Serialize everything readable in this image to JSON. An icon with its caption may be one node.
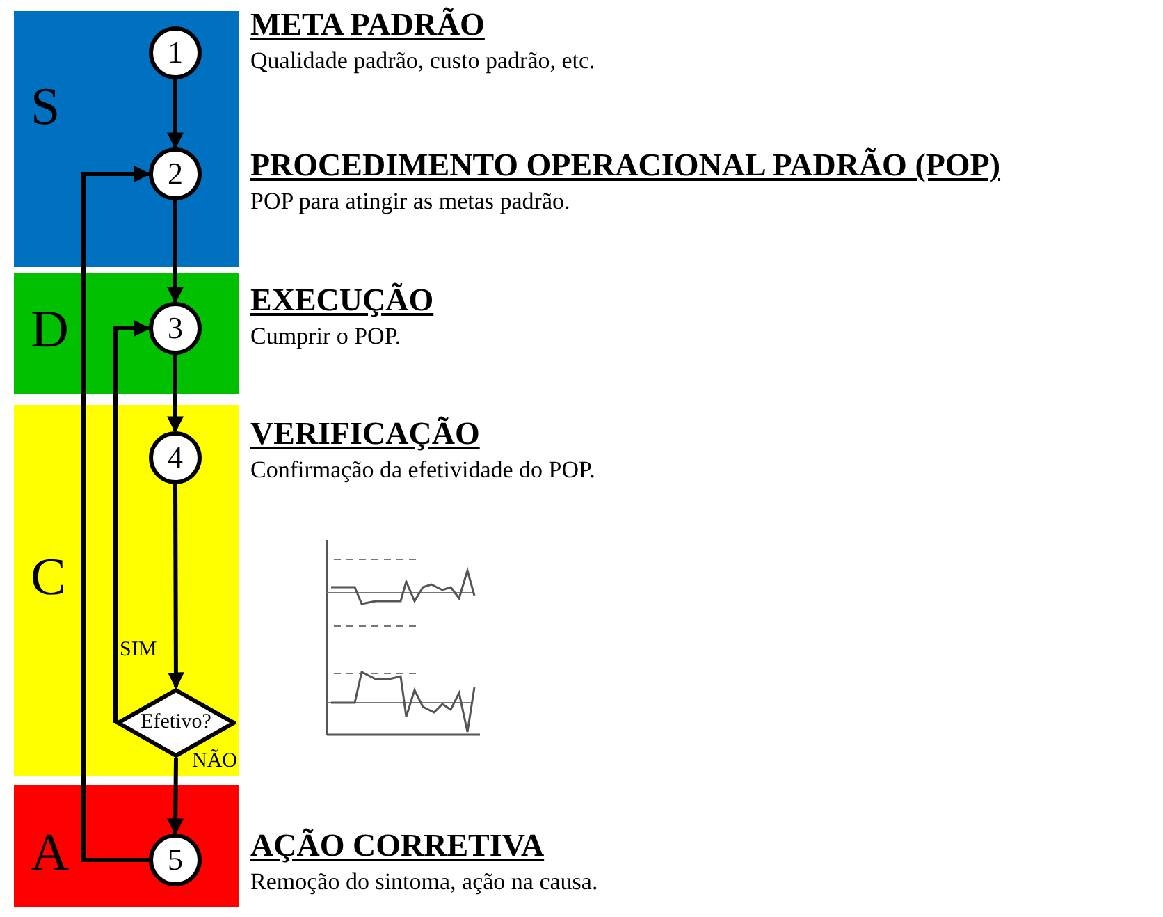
{
  "diagram": {
    "nodes": [
      {
        "text": [
          "S"
        ]
      },
      {
        "text": [
          "1"
        ],
        "in": 0,
        "beside": [
          "META PADRÃO",
          "Qualidade padrão, custo padrão, etc."
        ]
      },
      {
        "text": [
          "2"
        ],
        "in": 0,
        "beside": [
          "PROCEDIMENTO OPERACIONAL PADRÃO (POP)",
          "POP para atingir as metas padrão."
        ]
      },
      {
        "text": [
          "D"
        ]
      },
      {
        "text": [
          "3"
        ],
        "in": 3,
        "beside": [
          "EXECUÇÃO",
          "Cumprir o POP."
        ]
      },
      {
        "text": [
          "C"
        ]
      },
      {
        "text": [
          "4"
        ],
        "in": 5,
        "beside": [
          "VERIFICAÇÃO",
          "Confirmação da efetividade do POP."
        ]
      },
      {
        "text": [
          "Efetivo?"
        ],
        "in": 5
      },
      {
        "text": [
          "A"
        ]
      },
      {
        "text": [
          "5"
        ],
        "in": 8,
        "beside": [
          "AÇÃO CORRETIVA",
          "Remoção do sintoma, ação na causa."
        ]
      }
    ],
    "edges": [
      {
        "from": 1,
        "to": 2,
        "arrow": "to"
      },
      {
        "from": 2,
        "to": 4,
        "arrow": "to"
      },
      {
        "from": 4,
        "to": 6,
        "arrow": "to"
      },
      {
        "from": 6,
        "to": 7,
        "arrow": "to"
      },
      {
        "from": 7,
        "to": 4,
        "arrow": "to",
        "label": "SIM"
      },
      {
        "from": 7,
        "to": 9,
        "arrow": "to",
        "label": "NÃO"
      },
      {
        "from": 9,
        "to": 2,
        "arrow": "to"
      }
    ]
  }
}
